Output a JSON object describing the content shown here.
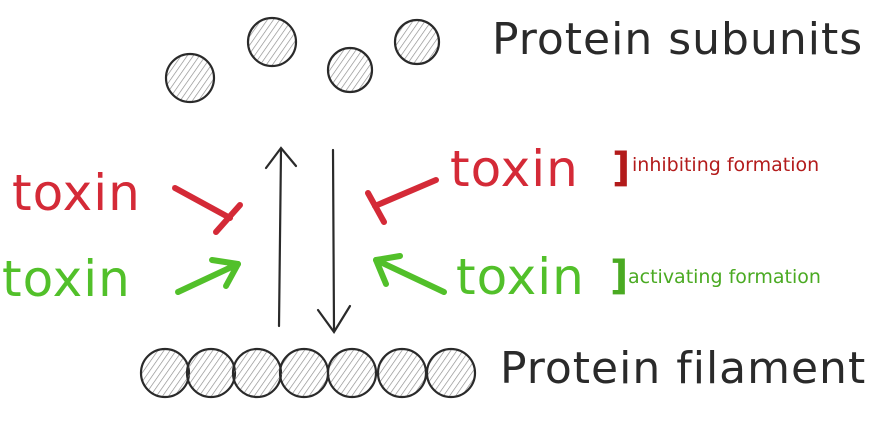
{
  "labels": {
    "subunits": "Protein subunits",
    "filament": "Protein filament",
    "toxin_inhibit_left": "toxin",
    "toxin_inhibit_right": "toxin",
    "toxin_activate_left": "toxin",
    "toxin_activate_right": "toxin",
    "inhibit_note": "inhibiting formation",
    "activate_note": "activating formation",
    "bracket_inhibit": "]",
    "bracket_activate": "]"
  },
  "colors": {
    "ink": "#2a2a2a",
    "inhibit": "#d42a37",
    "activate": "#52c02a",
    "inhibit_note": "#b31b1b",
    "activate_note": "#4aaa22"
  }
}
